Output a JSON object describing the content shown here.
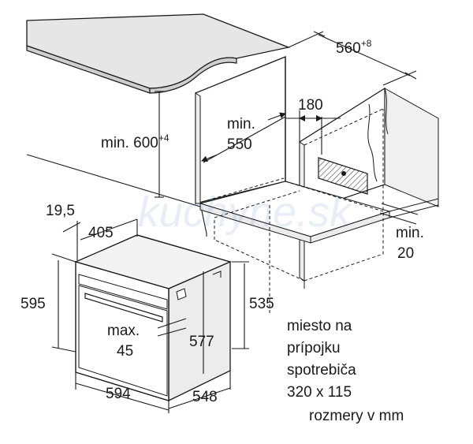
{
  "labels": {
    "width_niche": "560",
    "width_niche_tol": "+8",
    "vent_gap": "180",
    "min_height_label": "min. 600",
    "min_height_tol": "+4",
    "min_depth_a": "min.",
    "min_depth_b": "550",
    "side_gap_a": "min.",
    "side_gap_b": "20",
    "front_offset": "19,5",
    "front_depth": "405",
    "oven_height": "595",
    "body_height": "535",
    "inner_height": "577",
    "max_a": "max.",
    "max_b": "45",
    "oven_width": "594",
    "oven_depth": "548",
    "note_1": "miesto na",
    "note_2": "prípojku",
    "note_3": "spotrebiča",
    "note_4": "320 x 115",
    "units": "rozmery v mm"
  },
  "watermark": "kuchyne.sk",
  "colors": {
    "line": "#1a1a1a",
    "countertop": "#e8e8e8",
    "panel": "#f2f2f2",
    "hatch": "#555555"
  }
}
